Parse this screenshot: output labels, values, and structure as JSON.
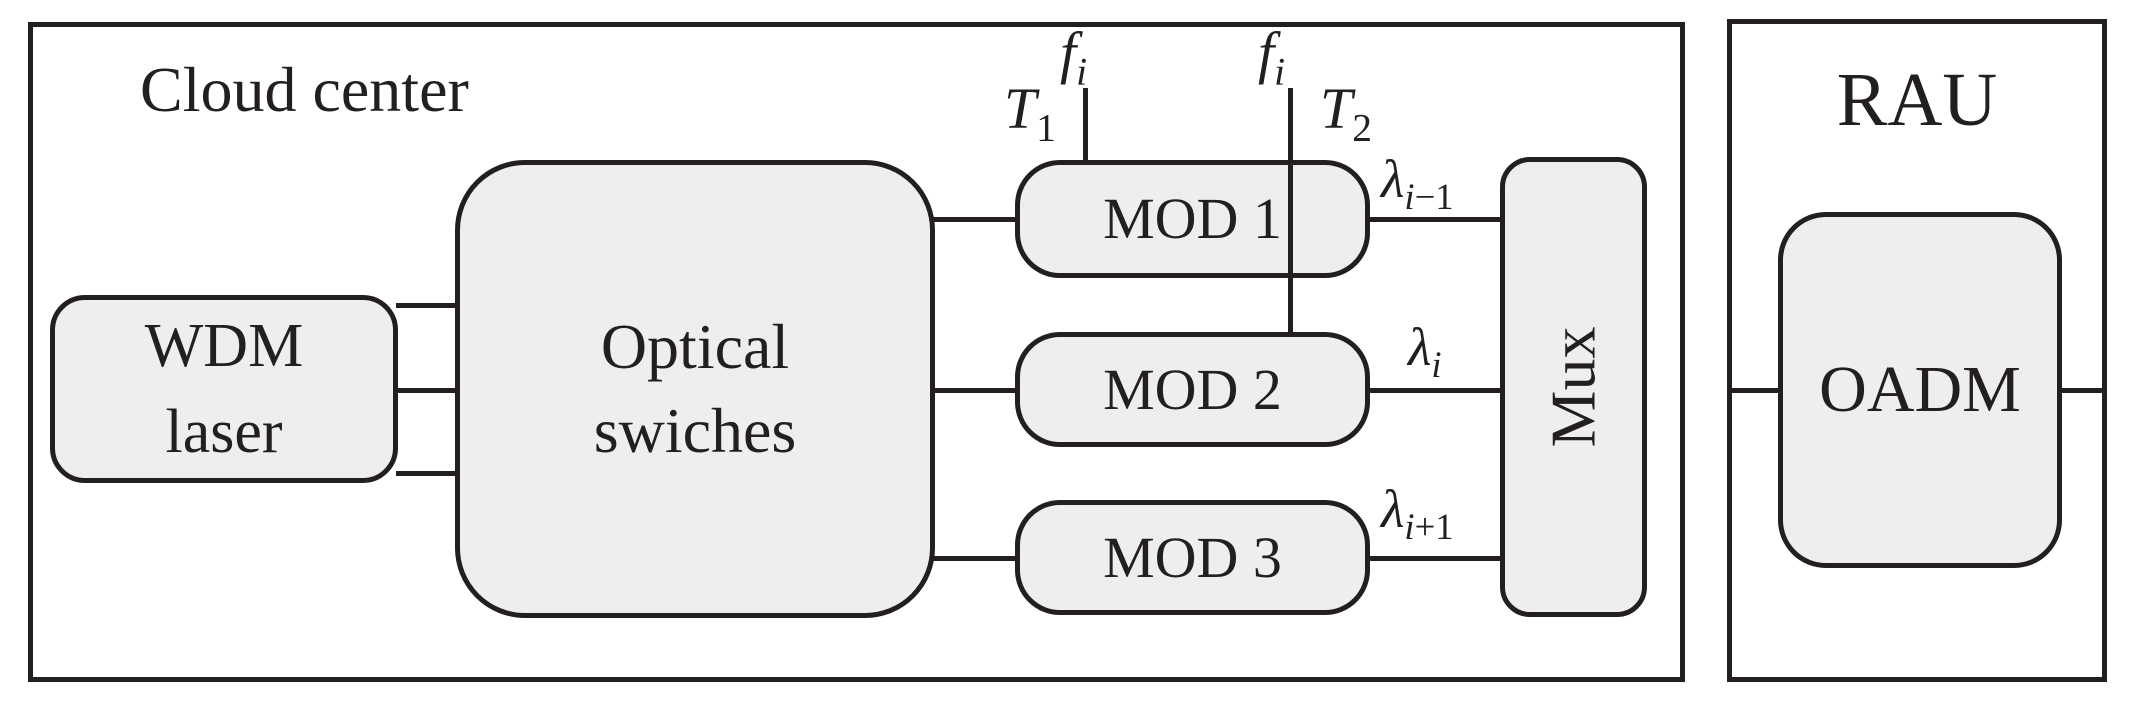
{
  "colors": {
    "stroke": "#231f20",
    "block_fill": "#eeeeee",
    "canvas_bg": "#ffffff"
  },
  "cloud_center": {
    "title": "Cloud center",
    "wdm_laser": {
      "line1": "WDM",
      "line2": "laser"
    },
    "optical_switches": {
      "line1": "Optical",
      "line2": "swiches"
    },
    "mod1": "MOD 1",
    "mod2": "MOD 2",
    "mod3": "MOD 3",
    "mux": "Mux",
    "labels": {
      "t1": {
        "base": "T",
        "sub": "1"
      },
      "t2": {
        "base": "T",
        "sub": "2"
      },
      "fi_left": {
        "base": "f",
        "sub": "i"
      },
      "fi_right": {
        "base": "f",
        "sub": "i"
      },
      "lambda_prev": {
        "base": "λ",
        "sub_i": "i",
        "sub_suffix": "−1"
      },
      "lambda_cur": {
        "base": "λ",
        "sub_i": "i",
        "sub_suffix": ""
      },
      "lambda_next": {
        "base": "λ",
        "sub_i": "i",
        "sub_suffix": "+1"
      }
    }
  },
  "rau": {
    "title": "RAU",
    "oadm": "OADM"
  }
}
